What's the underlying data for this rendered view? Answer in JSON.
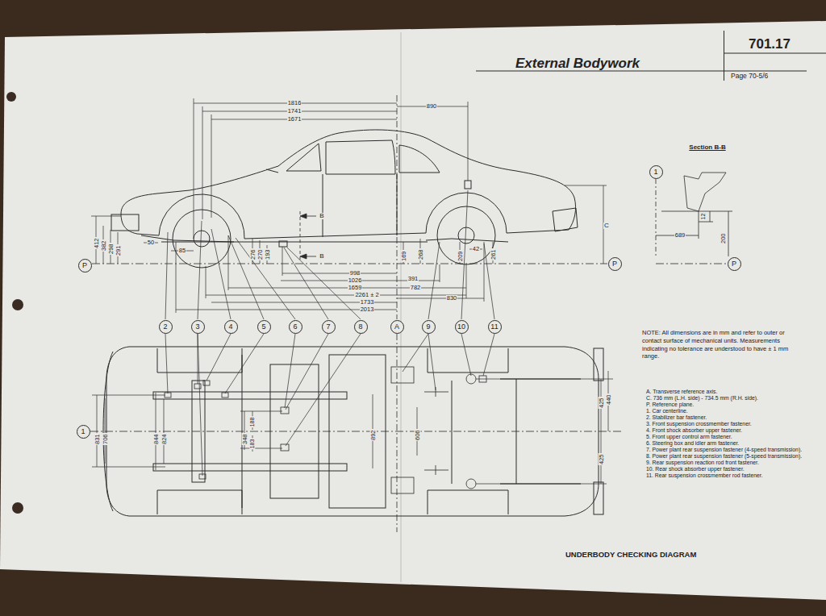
{
  "diagram": {
    "title": "External Bodywork",
    "caption": "UNDERBODY CHECKING DIAGRAM",
    "nodes": [
      {
        "text": [
          "701.17",
          "Page 70-5/6"
        ]
      },
      {
        "text": [
          "1"
        ]
      },
      {
        "text": [
          "P"
        ]
      },
      {
        "text": [
          "P"
        ]
      },
      {
        "text": [
          "P"
        ]
      },
      {
        "text": [
          "2"
        ]
      },
      {
        "text": [
          "3"
        ]
      },
      {
        "text": [
          "4"
        ]
      },
      {
        "text": [
          "5"
        ]
      },
      {
        "text": [
          "6"
        ]
      },
      {
        "text": [
          "7"
        ]
      },
      {
        "text": [
          "8"
        ]
      },
      {
        "text": [
          "A"
        ]
      },
      {
        "text": [
          "9"
        ]
      },
      {
        "text": [
          "10"
        ]
      },
      {
        "text": [
          "11"
        ]
      },
      {
        "text": [
          "1"
        ]
      }
    ],
    "labels": [
      "1816",
      "1741",
      "1671",
      "890",
      "412",
      "382",
      "298",
      "291",
      "50",
      "85",
      "276",
      "270",
      "193",
      "B",
      "B",
      "169",
      "268",
      "209",
      "42",
      "261",
      "C",
      "998",
      "1026",
      "391",
      "1659",
      "782",
      "2261 ± 2",
      "1733",
      "830",
      "2013",
      "Section B-B",
      "12",
      "689",
      "200",
      "831",
      "706",
      "844",
      "824",
      "348",
      "188",
      "183",
      "892",
      "606",
      "425",
      "440",
      "425",
      "NOTE: All dimensions are in mm and refer to outer or contact surface of mechanical units. Measurements indicating no tolerance are understood to have ± 1 mm range.",
      "A. Transverse reference axis.",
      "C. 736 mm (L.H. side) - 734.5 mm (R.H. side).",
      "P. Reference plane.",
      "1. Car centerline.",
      "2. Stabilizer bar fastener.",
      "3. Front suspension crossmember fastener.",
      "4. Front shock absorber upper fastener.",
      "5. Front upper control arm fastener.",
      "6. Steering box and idler arm fastener.",
      "7. Power plant rear suspension fastener (4-speed transmission).",
      "8. Power plant rear suspension fastener (5-speed transmission).",
      "9. Rear suspension reaction rod front fastener.",
      "10. Rear shock absorber upper fastener.",
      "11. Rear suspension crossmember rod fastener."
    ]
  }
}
